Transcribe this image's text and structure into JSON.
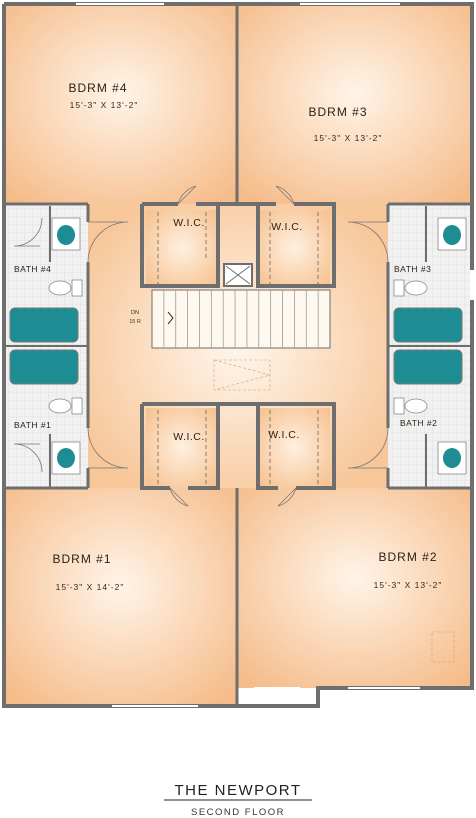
{
  "rooms": {
    "bdrm4": {
      "name": "BDRM #4",
      "dim": "15'-3\" X 13'-2\""
    },
    "bdrm3": {
      "name": "BDRM #3",
      "dim": "15'-3\" X 13'-2\""
    },
    "bdrm1": {
      "name": "BDRM #1",
      "dim": "15'-3\" X 14'-2\""
    },
    "bdrm2": {
      "name": "BDRM #2",
      "dim": "15'-3\" X 13'-2\""
    }
  },
  "baths": {
    "bath4": "BATH #4",
    "bath3": "BATH #3",
    "bath1": "BATH #1",
    "bath2": "BATH #2"
  },
  "closets": {
    "wic_tl": "W.I.C.",
    "wic_tr": "W.I.C.",
    "wic_bl": "W.I.C.",
    "wic_br": "W.I.C."
  },
  "stair": {
    "dn": "DN",
    "risers": "15 R"
  },
  "title": {
    "name": "THE NEWPORT",
    "floor": "SECOND FLOOR"
  },
  "colors": {
    "floor_light": "#fff3e6",
    "floor_dark": "#f4ba86",
    "wall": "#6e6e6e",
    "fixture": "#1e8c93",
    "tile": "#eeeeee"
  }
}
